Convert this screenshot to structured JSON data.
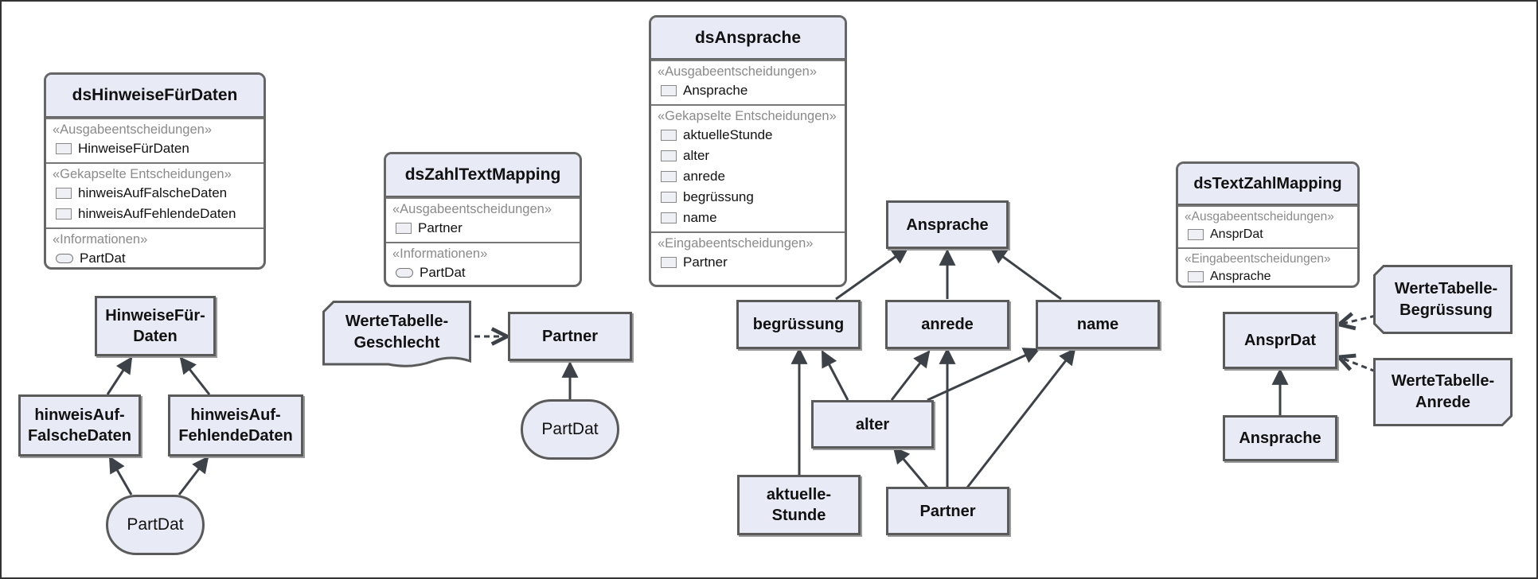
{
  "services": {
    "hinweise": {
      "title": "dsHinweiseFürDaten",
      "out_label": "«Ausgabeentscheidungen»",
      "out_1": "HinweiseFürDaten",
      "enc_label": "«Gekapselte Entscheidungen»",
      "enc_1": "hinweisAufFalscheDaten",
      "enc_2": "hinweisAufFehlendeDaten",
      "info_label": "«Informationen»",
      "info_1": "PartDat"
    },
    "zahltext": {
      "title": "dsZahlTextMapping",
      "out_label": "«Ausgabeentscheidungen»",
      "out_1": "Partner",
      "info_label": "«Informationen»",
      "info_1": "PartDat"
    },
    "ansprache": {
      "title": "dsAnsprache",
      "out_label": "«Ausgabeentscheidungen»",
      "out_1": "Ansprache",
      "enc_label": "«Gekapselte Entscheidungen»",
      "enc_1": "aktuelleStunde",
      "enc_2": "alter",
      "enc_3": "anrede",
      "enc_4": "begrüssung",
      "enc_5": "name",
      "in_label": "«Eingabeentscheidungen»",
      "in_1": "Partner"
    },
    "textzahl": {
      "title": "dsTextZahlMapping",
      "out_label": "«Ausgabeentscheidungen»",
      "out_1": "AnsprDat",
      "in_label": "«Eingabeentscheidungen»",
      "in_1": "Ansprache"
    }
  },
  "nodes": {
    "hinweise_fuer_daten": "HinweiseFür-\nDaten",
    "hinweis_falsche": "hinweisAuf-\nFalscheDaten",
    "hinweis_fehlende": "hinweisAuf-\nFehlendeDaten",
    "partdat_1": "PartDat",
    "wertetabelle_geschlecht": "WerteTabelle-\nGeschlecht",
    "partner_1": "Partner",
    "partdat_2": "PartDat",
    "ansprache": "Ansprache",
    "begruessung": "begrüssung",
    "anrede": "anrede",
    "name": "name",
    "alter": "alter",
    "aktuelle_stunde": "aktuelle-\nStunde",
    "partner_2": "Partner",
    "anspr_dat": "AnsprDat",
    "wertetabelle_begruessung": "WerteTabelle-\nBegrüssung",
    "wertetabelle_anrede": "WerteTabelle-\nAnrede",
    "ansprache_2": "Ansprache"
  },
  "colors": {
    "node_fill": "#e8ebf5",
    "node_border": "#5a5a5a",
    "edge": "#3c4248",
    "section_label": "#8a8a8a"
  }
}
